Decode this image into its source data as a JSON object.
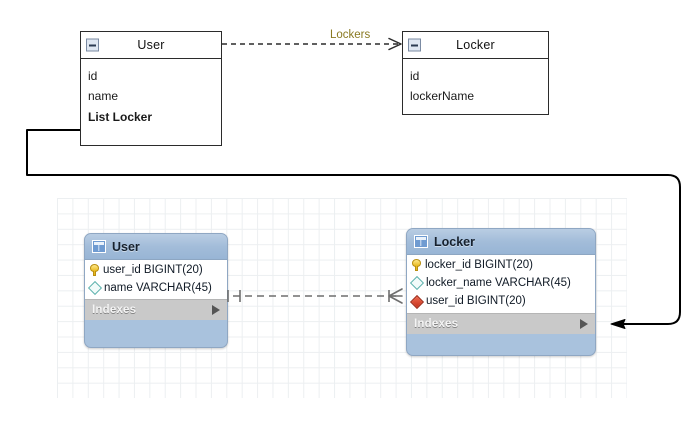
{
  "uml": {
    "user_class": {
      "title": "User",
      "collapse_icon": "collapse-minus-icon",
      "attributes": [
        {
          "text": "id",
          "bold": false
        },
        {
          "text": "name",
          "bold": false
        },
        {
          "text": "List Locker",
          "bold": true
        }
      ]
    },
    "locker_class": {
      "title": "Locker",
      "collapse_icon": "collapse-minus-icon",
      "attributes": [
        {
          "text": "id",
          "bold": false
        },
        {
          "text": "lockerName",
          "bold": false
        }
      ]
    },
    "dependency_label": "Lockers",
    "dependency_label_color": "#8a7a22"
  },
  "workbench": {
    "user_table": {
      "title": "User",
      "header_icon": "table-icon",
      "expand_icon": "chevron-down-icon",
      "columns": [
        {
          "name": "user_id BIGINT(20)",
          "key": "primary-key-icon"
        },
        {
          "name": "name VARCHAR(45)",
          "key": "column-icon"
        }
      ],
      "footer_label": "Indexes",
      "footer_icon": "chevron-right-icon"
    },
    "locker_table": {
      "title": "Locker",
      "header_icon": "table-icon",
      "expand_icon": "chevron-down-icon",
      "columns": [
        {
          "name": "locker_id BIGINT(20)",
          "key": "primary-key-icon"
        },
        {
          "name": "locker_name VARCHAR(45)",
          "key": "column-icon"
        },
        {
          "name": "user_id BIGINT(20)",
          "key": "foreign-key-icon"
        }
      ],
      "footer_label": "Indexes",
      "footer_icon": "chevron-right-icon"
    },
    "relationship": {
      "type": "one-to-many",
      "left_marker": "one-tick",
      "right_marker": "crows-foot",
      "line_style": "dashed",
      "line_color": "#6e6e6e"
    }
  },
  "annotation": {
    "description": "mapping-line",
    "from": "List Locker",
    "to": "user_id BIGINT(20)",
    "color": "#000000"
  },
  "colors": {
    "uml_border": "#2b2b2b",
    "table_header": "#a2bcd9",
    "table_body": "#ffffff",
    "table_footer": "#c9c9c9",
    "grid": "#eceff1",
    "primary_key": "#e8b91f",
    "foreign_key": "#d3351c",
    "column": "#5fb3ae"
  }
}
